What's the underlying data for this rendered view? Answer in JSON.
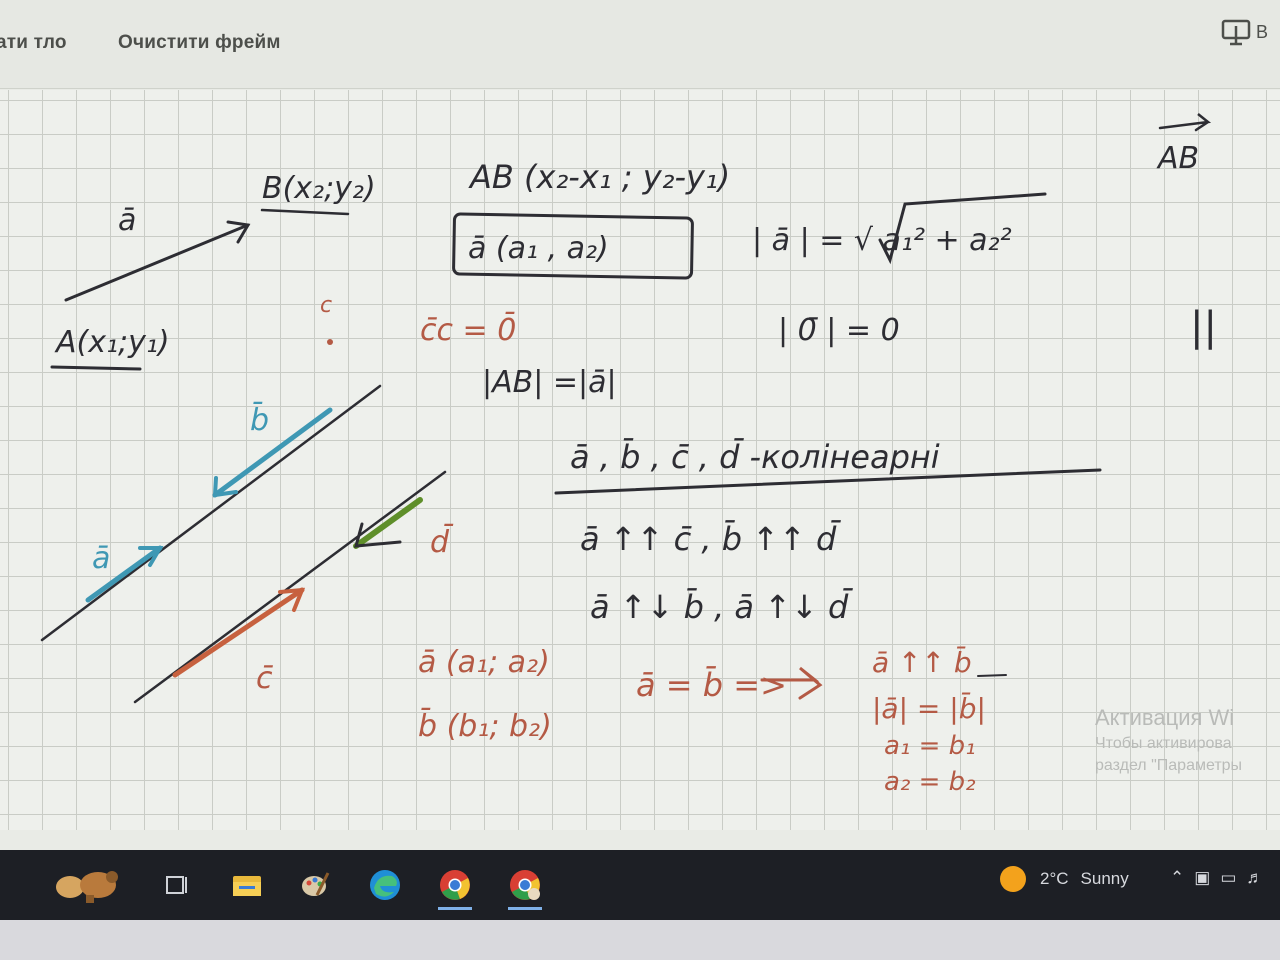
{
  "toolbar": {
    "background_label": "ати тло",
    "clear_frame_label": "Очистити фрейм",
    "present_label": "В"
  },
  "notes": {
    "vec_a_label": "ā",
    "point_b": "B(x₂;y₂)",
    "point_a": "A(x₁;y₁)",
    "ab_coords": "AB (x₂-x₁ ; y₂-y₁)",
    "ab_vector": "AB",
    "a_coords_boxed": "ā (a₁ , a₂)",
    "a_modulus": "| ā | = √ a₁² + a₂²",
    "dot_c": "c",
    "cc_zero": "c̄c = 0̄",
    "zero_modulus": "| 0̄ | = 0",
    "parallel_sign": "||",
    "ab_equals_a": "|AB| =|ā|",
    "collinear": "ā , b̄ , c̄ , d̄ -колінеарні",
    "codirected": "ā ↑↑ c̄ ,  b̄ ↑↑ d̄",
    "opposite": "ā ↑↓ b̄ ,  ā ↑↓ d̄",
    "diagram_b": "b̄",
    "diagram_a": "ā",
    "diagram_c": "c̄",
    "diagram_d": "d̄",
    "a_coords_red": "ā (a₁; a₂)",
    "b_coords_red": "b̄ (b₁; b₂)",
    "equality": "ā = b̄ =>",
    "eq_cond_1": "ā ↑↑ b̄",
    "eq_cond_2": "|ā| = |b̄|",
    "eq_cond_3": "a₁ = b₁",
    "eq_cond_4": "a₂ = b₂"
  },
  "activation": {
    "title": "Активация Wi",
    "line1": "Чтобы активирова",
    "line2": "раздел \"Параметры"
  },
  "taskbar": {
    "apps": [
      {
        "name": "widgets-icon"
      },
      {
        "name": "task-view-icon"
      },
      {
        "name": "file-explorer-icon"
      },
      {
        "name": "paint-icon"
      },
      {
        "name": "edge-icon"
      },
      {
        "name": "chrome-icon"
      },
      {
        "name": "chrome-profile-icon"
      }
    ],
    "weather_temp": "2°C",
    "weather_desc": "Sunny"
  },
  "colors": {
    "ink_dark": "#2d2d33",
    "ink_red": "#b45a45",
    "blue_vector": "#3f98b4",
    "green_vector": "#5f8f2a",
    "red_vector": "#c7613f"
  }
}
